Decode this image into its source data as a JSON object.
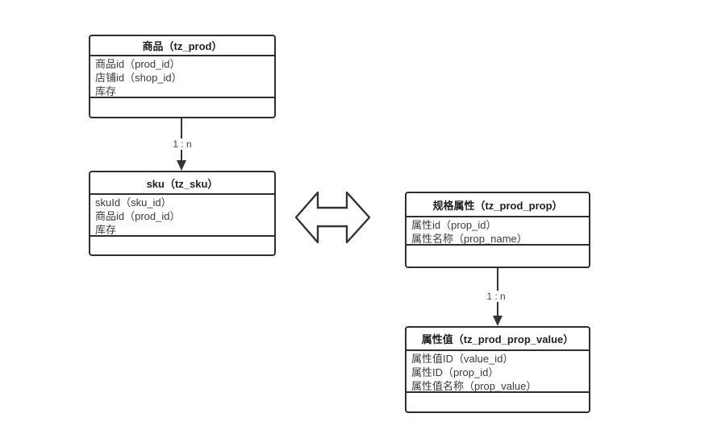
{
  "tables": [
    {
      "id": "prod",
      "title": "商品（tz_prod）",
      "fields": [
        "商品id（prod_id）",
        "店铺id（shop_id）",
        "库存"
      ]
    },
    {
      "id": "sku",
      "title": "sku（tz_sku）",
      "fields": [
        "skuId（sku_id）",
        "商品id（prod_id）",
        "库存"
      ]
    },
    {
      "id": "prod_prop",
      "title": "规格属性（tz_prod_prop）",
      "fields": [
        "属性id（prop_id）",
        "属性名称（prop_name）"
      ]
    },
    {
      "id": "prod_prop_value",
      "title": "属性值（tz_prod_prop_value）",
      "fields": [
        "属性值ID（value_id）",
        "属性ID（prop_id）",
        "属性值名称（prop_value）"
      ]
    }
  ],
  "connectors": [
    {
      "from": "prod",
      "to": "sku",
      "label": "1 : n"
    },
    {
      "from": "prod_prop",
      "to": "prod_prop_value",
      "label": "1 : n"
    }
  ],
  "colors": {
    "border": "#2e2e2e",
    "header_text": "#1f1f1f",
    "field_text": "#3a3a3a",
    "line": "#333333",
    "background": "#ffffff"
  }
}
